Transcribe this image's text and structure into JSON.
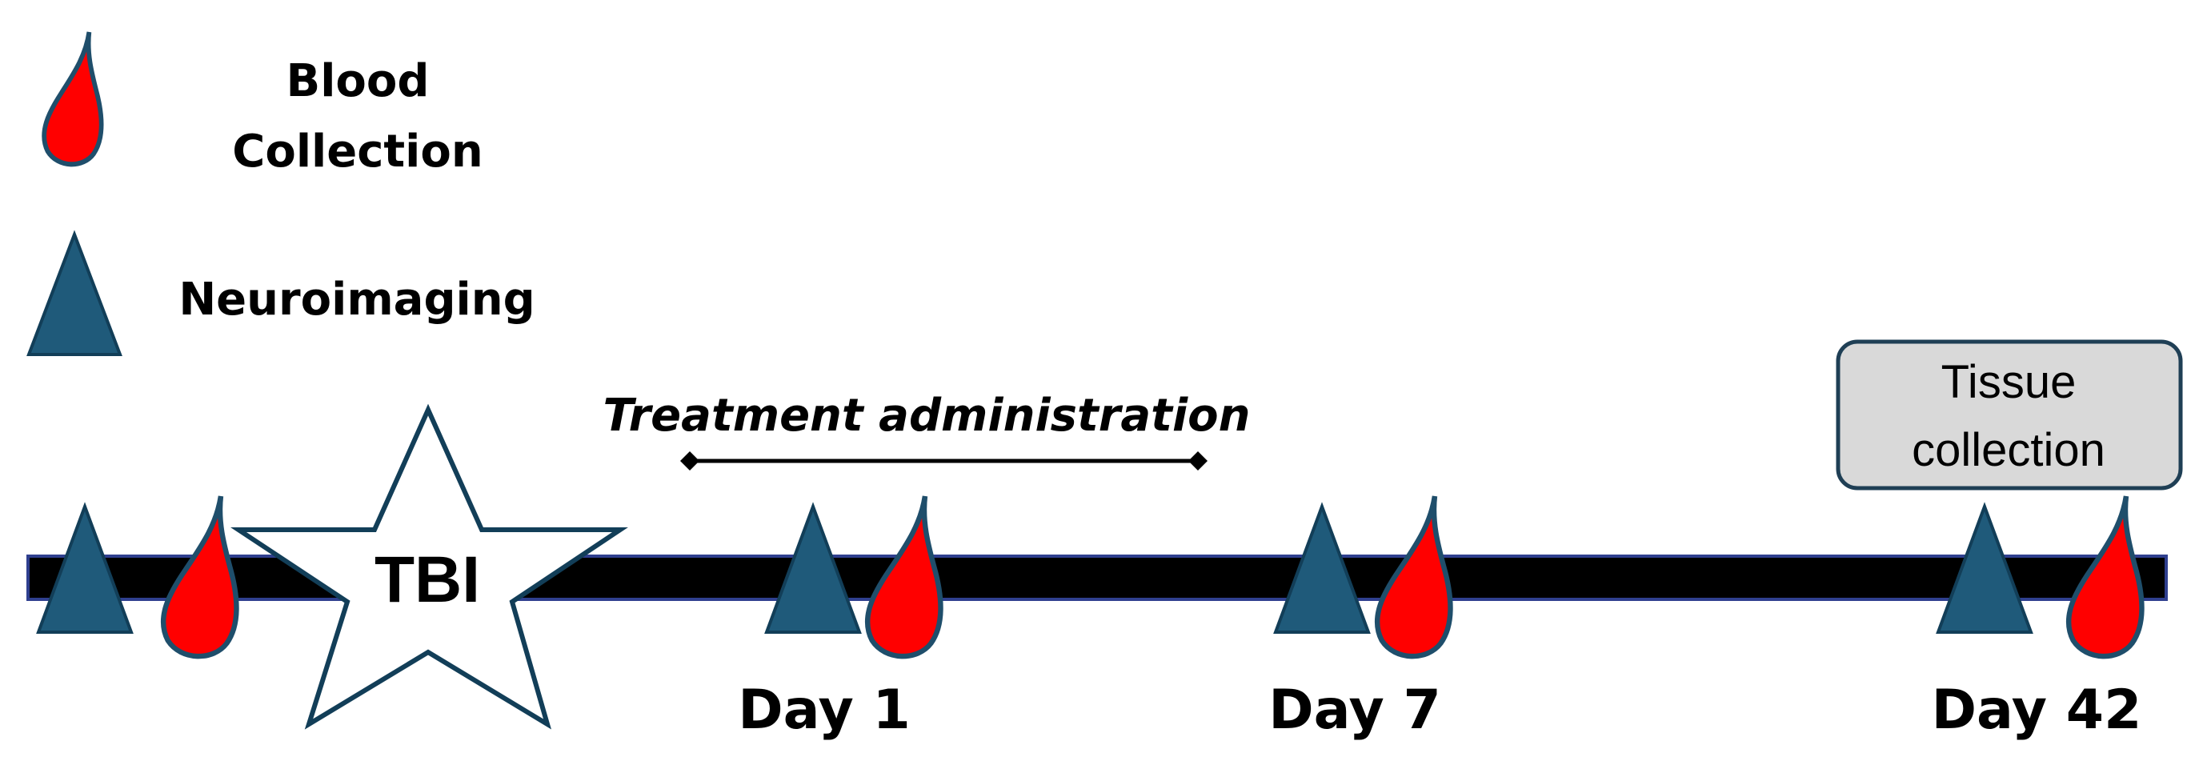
{
  "legend": {
    "blood": {
      "line1": "Blood",
      "line2": "Collection",
      "icon": "blood-drop-icon"
    },
    "imaging": {
      "label": "Neuroimaging",
      "icon": "triangle-icon"
    }
  },
  "timeline": {
    "event": "TBI",
    "treatment": "Treatment administration",
    "days": [
      "Day 1",
      "Day 7",
      "Day 42"
    ],
    "tissue": {
      "line1": "Tissue",
      "line2": "collection"
    }
  },
  "colors": {
    "triangle": "#1f5a7a",
    "triangle_stroke": "#123e58",
    "drop": "#ff0000",
    "drop_stroke": "#1f4e6b",
    "bar": "#000000",
    "bar_outline": "#2f3f8f",
    "box_fill": "#d9d9d9",
    "box_stroke": "#1f3f55"
  }
}
